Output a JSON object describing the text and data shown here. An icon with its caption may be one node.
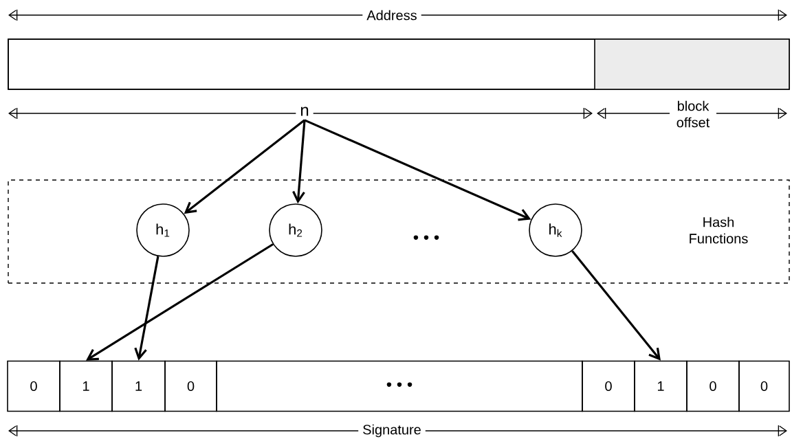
{
  "diagram": {
    "nodes": [
      {
        "text": [
          "n"
        ]
      },
      {
        "text": [
          "Hash Functions"
        ]
      },
      {
        "text": [
          "h$_{1}$"
        ],
        "in": 1
      },
      {
        "text": [
          "h$_{2}$"
        ],
        "in": 1
      },
      {
        "text": [
          "h$_{k}$"
        ],
        "in": 1
      },
      {
        "text": [
          "0"
        ]
      },
      {
        "text": [
          "1"
        ]
      },
      {
        "text": [
          "1"
        ]
      },
      {
        "text": [
          "0"
        ]
      },
      {
        "text": [
          "• • •"
        ]
      },
      {
        "text": [
          "0"
        ]
      },
      {
        "text": [
          "1"
        ]
      },
      {
        "text": [
          "0"
        ]
      },
      {
        "text": [
          "0"
        ]
      }
    ],
    "edges": [
      {
        "from": 0,
        "to": 2,
        "arrow": "to"
      },
      {
        "from": 0,
        "to": 3,
        "arrow": "to"
      },
      {
        "from": 0,
        "to": 4,
        "arrow": "to"
      },
      {
        "from": 2,
        "to": 7,
        "arrow": "to"
      },
      {
        "from": 3,
        "to": 6,
        "arrow": "to"
      },
      {
        "from": 4,
        "to": 11,
        "arrow": "to"
      }
    ],
    "labels": [
      "Address",
      "block offset",
      "• • •",
      "Signature"
    ]
  }
}
